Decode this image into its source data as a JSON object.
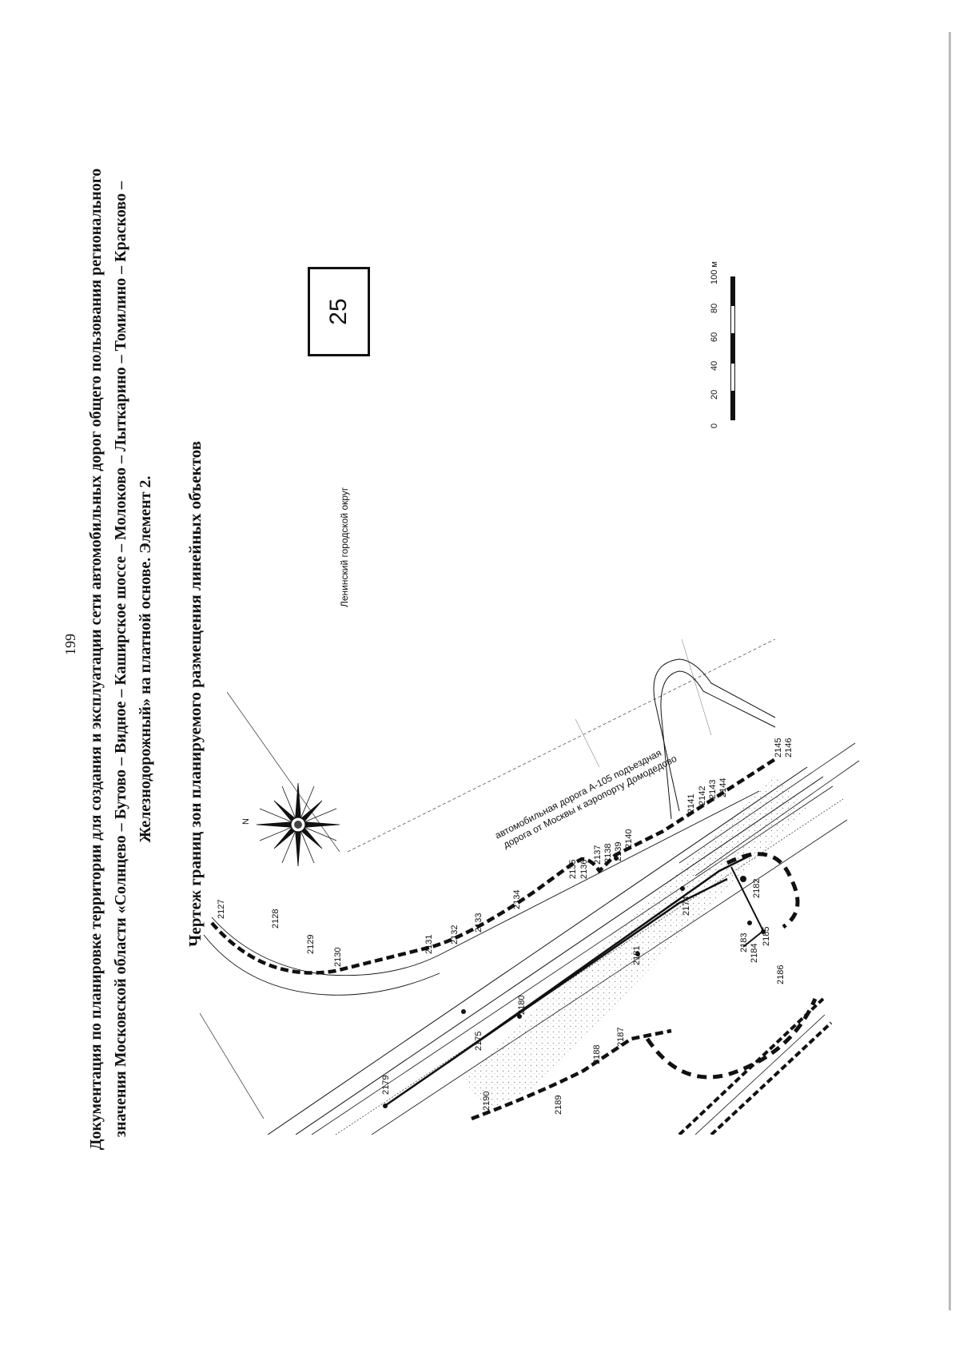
{
  "page_number": "199",
  "title_lines": [
    "Документация по планировке территории для создания и эксплуатации сети автомобильных дорог общего пользования регионального",
    "значения Московской области «Солнцево – Бутово – Видное – Каширское шоссе – Молоково – Лыткарино – Томилино – Красково –",
    "Железнодорожный» на платной основе. Элемент 2."
  ],
  "drawing_title": "Чертеж границ зон планируемого размещения линейных объектов",
  "sheet_number": "25",
  "district_label": "Ленинский городской округ",
  "road_label_lines": [
    "автомобильная дорога А-105 подъездная",
    "дорога от Москвы к аэропорту Домодедово"
  ],
  "compass": {
    "north_label": "N",
    "icon": "compass-rose-icon"
  },
  "scale": {
    "ticks": [
      "0",
      "20",
      "40",
      "60",
      "80",
      "100 м"
    ]
  },
  "points": [
    {
      "id": "2127"
    },
    {
      "id": "2128"
    },
    {
      "id": "2129"
    },
    {
      "id": "2130"
    },
    {
      "id": "2131"
    },
    {
      "id": "2132"
    },
    {
      "id": "2133"
    },
    {
      "id": "2134"
    },
    {
      "id": "2135"
    },
    {
      "id": "2136"
    },
    {
      "id": "2137"
    },
    {
      "id": "2138"
    },
    {
      "id": "2139"
    },
    {
      "id": "2140"
    },
    {
      "id": "2141"
    },
    {
      "id": "2142"
    },
    {
      "id": "2143"
    },
    {
      "id": "2144"
    },
    {
      "id": "2145"
    },
    {
      "id": "2146"
    },
    {
      "id": "2174"
    },
    {
      "id": "2175"
    },
    {
      "id": "2179"
    },
    {
      "id": "2180"
    },
    {
      "id": "2181"
    },
    {
      "id": "2182"
    },
    {
      "id": "2183"
    },
    {
      "id": "2184"
    },
    {
      "id": "2185"
    },
    {
      "id": "2186"
    },
    {
      "id": "2187"
    },
    {
      "id": "2188"
    },
    {
      "id": "2189"
    },
    {
      "id": "2190"
    }
  ]
}
